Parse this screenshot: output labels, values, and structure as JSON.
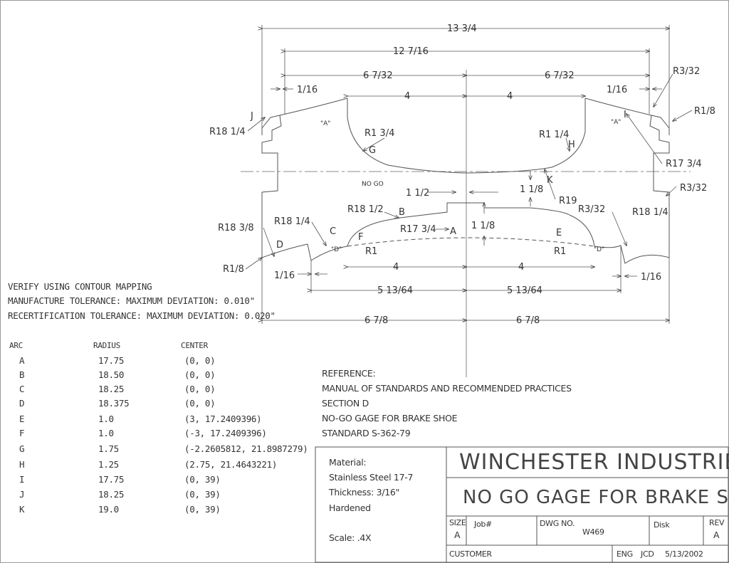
{
  "notes": {
    "line1": "VERIFY USING CONTOUR MAPPING",
    "line2": "MANUFACTURE TOLERANCE: MAXIMUM DEVIATION: 0.010\"",
    "line3": "RECERTIFICATION TOLERANCE: MAXIMUM DEVIATION: 0.020\""
  },
  "arc_table": {
    "headers": [
      "ARC",
      "RADIUS",
      "CENTER"
    ],
    "rows": [
      [
        "A",
        "17.75",
        "(0, 0)"
      ],
      [
        "B",
        "18.50",
        "(0, 0)"
      ],
      [
        "C",
        "18.25",
        "(0, 0)"
      ],
      [
        "D",
        "18.375",
        "(0, 0)"
      ],
      [
        "E",
        "1.0",
        "(3, 17.2409396)"
      ],
      [
        "F",
        "1.0",
        "(-3, 17.2409396)"
      ],
      [
        "G",
        "1.75",
        "(-2.2605812, 21.8987279)"
      ],
      [
        "H",
        "1.25",
        "(2.75, 21.4643221)"
      ],
      [
        "I",
        "17.75",
        "(0, 39)"
      ],
      [
        "J",
        "18.25",
        "(0, 39)"
      ],
      [
        "K",
        "19.0",
        "(0, 39)"
      ]
    ]
  },
  "reference": {
    "line1": "REFERENCE:",
    "line2": "MANUAL OF STANDARDS AND RECOMMENDED PRACTICES",
    "line3": "SECTION D",
    "line4": "NO-GO GAGE FOR BRAKE SHOE",
    "line5": "STANDARD S-362-79"
  },
  "title_block": {
    "material_label": "Material:",
    "material": "Stainless Steel  17-7",
    "thickness": "Thickness: 3/16\"",
    "hardened": "Hardened",
    "scale": "Scale: .4X",
    "company": "WINCHESTER INDUSTRIES INC.",
    "drawing_title": "NO GO GAGE FOR BRAKE SHOE",
    "size_label": "SIZE",
    "size": "A",
    "job_label": "Job#",
    "dwg_label": "DWG NO.",
    "dwg_no": "W469",
    "disk_label": "Disk",
    "rev_label": "REV",
    "rev": "A",
    "customer_label": "CUSTOMER",
    "eng_label": "ENG",
    "eng": "JCD",
    "date": "5/13/2002"
  },
  "dimensions": {
    "overall": "13 3/4",
    "inner": "12 7/16",
    "half_left_top": "6 7/32",
    "half_right_top": "6 7/32",
    "sixteenth_tl": "1/16",
    "sixteenth_tr": "1/16",
    "four_tl": "4",
    "four_tr": "4",
    "r3_32_top": "R3/32",
    "r1_8_right": "R1/8",
    "r18_1_4_left": "R18 1/4",
    "r1_3_4": "R1 3/4",
    "r1_1_4": "R1 1/4",
    "r17_3_4_right": "R17 3/4",
    "r3_32_right": "R3/32",
    "one_half": "1 1/2",
    "one_eighth_right": "1 1/8",
    "r19": "R19",
    "r18_1_2": "R18 1/2",
    "r3_32_mid": "R3/32",
    "r18_1_4_right": "R18 1/4",
    "r18_3_8": "R18 3/8",
    "r18_1_4_lower": "R18 1/4",
    "r17_3_4_mid": "R17 3/4",
    "one_eighth_mid": "1 1/8",
    "r1_left": "R1",
    "r1_right": "R1",
    "r1_8_left": "R1/8",
    "sixteenth_bl": "1/16",
    "four_bl": "4",
    "four_br": "4",
    "sixteenth_br": "1/16",
    "five_left": "5 13/64",
    "five_right": "5 13/64",
    "six_left": "6 7/8",
    "six_right": "6 7/8",
    "no_go": "NO GO",
    "lbl_J": "J",
    "lbl_A_left": "\"A\"",
    "lbl_G": "G",
    "lbl_H": "H",
    "lbl_A_right": "\"A\"",
    "lbl_I": "I",
    "lbl_K": "K",
    "lbl_B": "B",
    "lbl_A": "A",
    "lbl_C": "C",
    "lbl_D": "D",
    "lbl_F": "F",
    "lbl_E": "E",
    "lbl_D_left": "\"D\"",
    "lbl_D_right": "\"D\""
  }
}
